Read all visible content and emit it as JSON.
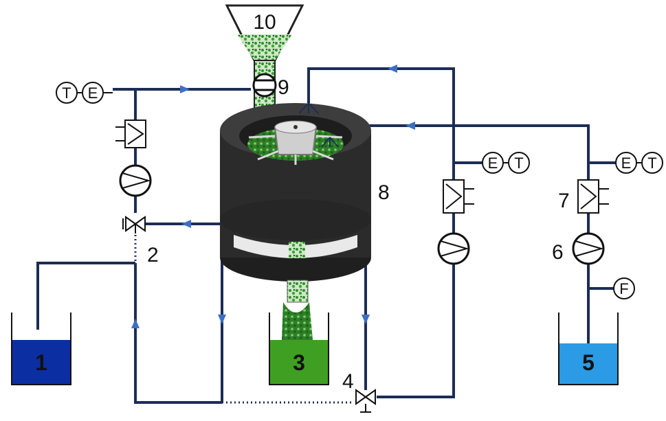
{
  "labels": {
    "n1": "1",
    "n2": "2",
    "n3": "3",
    "n4": "4",
    "n5": "5",
    "n6": "6",
    "n7": "7",
    "n8": "8",
    "n9": "9",
    "n10": "10"
  },
  "sensors": {
    "top_left": [
      "T",
      "E"
    ],
    "mid_right": [
      "E",
      "T"
    ],
    "far_right": [
      "E",
      "T"
    ],
    "flow": "F"
  },
  "colors": {
    "pipe": "#1c2d55",
    "arrow": "#3d6fc4",
    "tank1": "#0c2ea3",
    "tank3": "#3f9f22",
    "tank5": "#2a9be4",
    "drum": "#2b2b2b",
    "granule": "#2f8f2a"
  }
}
